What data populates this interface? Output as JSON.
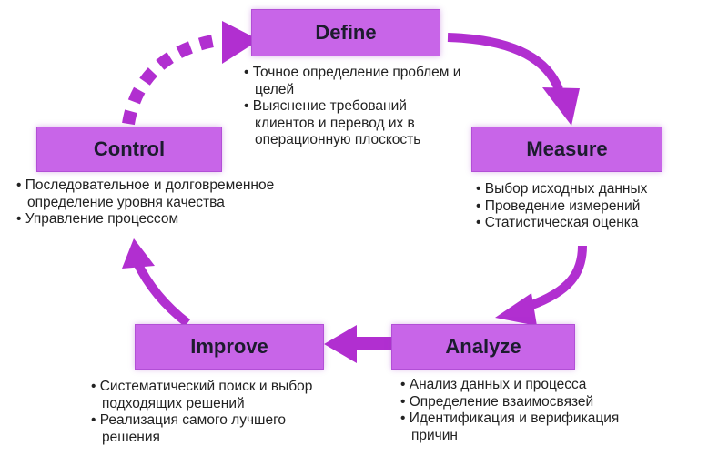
{
  "colors": {
    "box": "#c865e8",
    "arrow": "#b12fd0",
    "text": "#222222"
  },
  "phases": {
    "define": {
      "label": "Define",
      "bullets": [
        "Точное определение проблем и целей",
        "Выяснение требований клиентов и перевод их в операционную плоскость"
      ]
    },
    "measure": {
      "label": "Measure",
      "bullets": [
        "Выбор исходных данных",
        "Проведение измерений",
        "Статистическая оценка"
      ]
    },
    "analyze": {
      "label": "Analyze",
      "bullets": [
        "Анализ данных и процесса",
        "Определение взаимосвязей",
        "Идентификация и верификация причин"
      ]
    },
    "improve": {
      "label": "Improve",
      "bullets": [
        "Систематический поиск и выбор подходящих решений",
        "Реализация самого лучшего решения"
      ]
    },
    "control": {
      "label": "Control",
      "bullets": [
        "Последовательное и долговременное определение уровня качества",
        "Управление процессом"
      ]
    }
  }
}
